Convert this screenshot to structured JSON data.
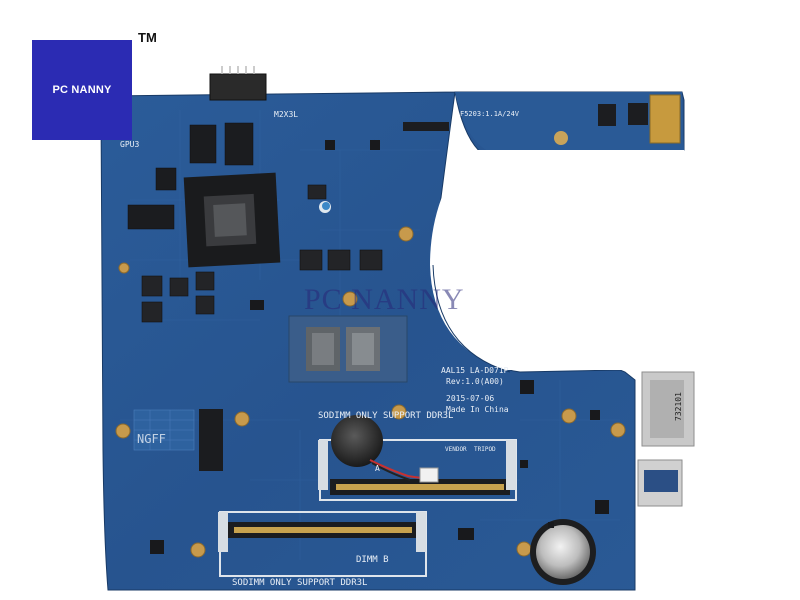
{
  "logo": {
    "text": "PC NANNY",
    "trademark": "TM",
    "color": "#2b2bb3"
  },
  "watermark": "PC NANNY",
  "board_labels": {
    "model": "AAL15 LA-D071P",
    "revision": "Rev:1.0(A00)",
    "date": "2015-07-06",
    "origin": "Made In China",
    "sodimm_top": "SODIMM ONLY SUPPORT DDR3L",
    "sodimm_bottom": "SODIMM ONLY SUPPORT DDR3L",
    "dimm_b": "DIMM B",
    "dimm_a": "A",
    "screw_label": "M2X3L",
    "ngff": "NGFF",
    "fuse": "F5203:1.1A/24V",
    "gpu_label": "GPU3",
    "vendor": "VENDOR",
    "tripod": "TRIPOD",
    "rj45_code": "732101"
  },
  "colors": {
    "pcb": "#27548f",
    "pcb_dark": "#1f4577",
    "gold": "#caa24a",
    "chip": "#202226"
  }
}
